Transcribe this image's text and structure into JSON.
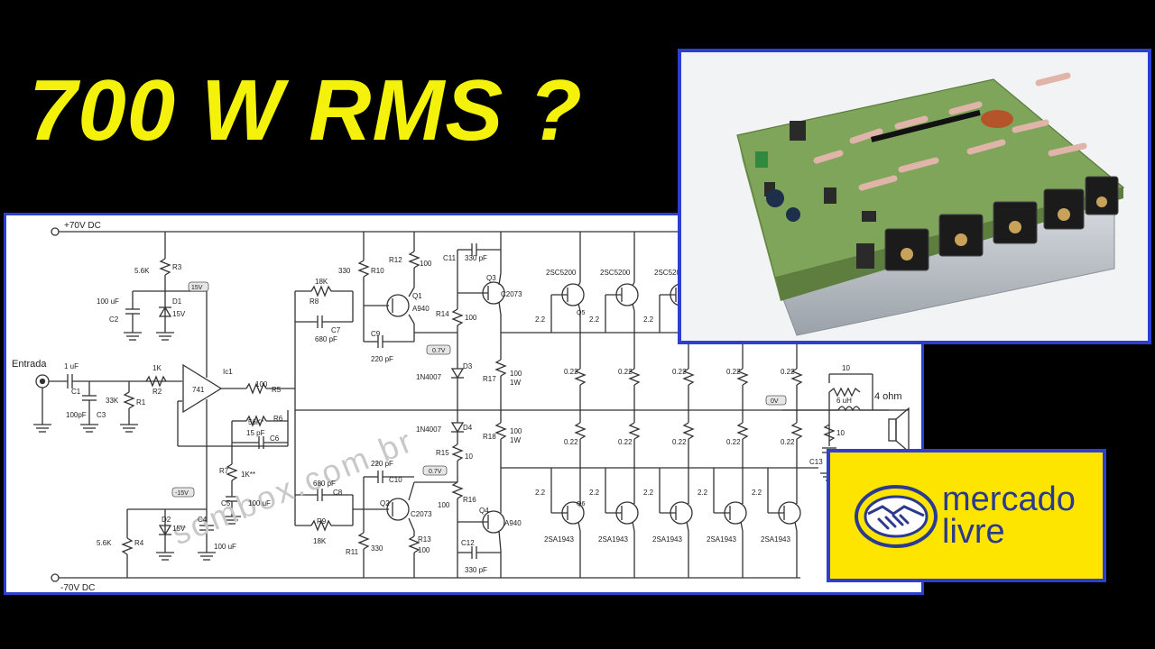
{
  "headline": "700 W RMS ?",
  "schematic": {
    "rail_pos": "+70V DC",
    "rail_neg": "-70V DC",
    "input_label": "Entrada",
    "output_label": "4 ohm",
    "watermark": "sombox.com.br",
    "components": {
      "c1": "C1",
      "c1_val": "1 uF",
      "c3_val": "100pF",
      "c3": "C3",
      "r1_val": "33K",
      "r1": "R1",
      "r2_val": "1K",
      "r2": "R2",
      "ic": "Ic1",
      "op": "741",
      "r3_val": "5.6K",
      "r3": "R3",
      "c2_val": "100 uF",
      "c2": "C2",
      "d1": "D1",
      "d1_val": "15V",
      "tag_15v": "15V",
      "r5_val": "100",
      "r5": "R5",
      "r6_val": "56K*",
      "r6": "R6",
      "c6_val": "15 pF",
      "c6": "C6",
      "r7": "R7",
      "r7_val": "1K**",
      "c5": "C5",
      "c5_val": "100 uF",
      "tag_m15v": "-15V",
      "r4_val": "5.6K",
      "r4": "R4",
      "d2": "D2",
      "d2_val": "15V",
      "c4": "C4",
      "c4_val": "100 uF",
      "r8_val": "18K",
      "r8": "R8",
      "c7": "C7",
      "c7_val": "680 pF",
      "r10_val": "330",
      "r10": "R10",
      "r12": "R12",
      "r12_val": "100",
      "q1": "Q1",
      "q1_val": "A940",
      "c9": "C9",
      "c9_val": "220 pF",
      "c11": "C11",
      "c11_val": "330 pF",
      "q3": "Q3",
      "q3_val": "C2073",
      "r14": "R14",
      "r14_val": "100",
      "tag_07v_a": "0.7V",
      "d3_val": "1N4007",
      "d3": "D3",
      "d4_val": "1N4007",
      "d4": "D4",
      "r17": "R17",
      "r17_val": "100",
      "r17_w": "1W",
      "r18": "R18",
      "r18_val": "100",
      "r18_w": "1W",
      "r15": "R15",
      "r15_val": "10",
      "tag_07v_b": "0.7V",
      "c8_val": "680 pF",
      "c8": "C8",
      "c10_val": "220 pF",
      "c10": "C10",
      "q2": "Q2",
      "q2_val": "C2073",
      "r9": "R9",
      "r9_val": "18K",
      "r11": "R11",
      "r11_val": "330",
      "r13": "R13",
      "r13_val": "100",
      "r16_val": "100",
      "r16": "R16",
      "q4": "Q4",
      "q4_val": "A940",
      "c12": "C12",
      "c12_val": "330 pF",
      "npn": "2SC5200",
      "pnp": "2SA1943",
      "q5": "Q5",
      "q6": "Q6",
      "base_r": "2.2",
      "emit_r": "0.22",
      "tag_0v": "0V",
      "rz_val": "10",
      "l_val": "6 uH",
      "rs_val": "10",
      "c13": "C13"
    }
  },
  "logo": {
    "line1": "mercado",
    "line2": "livre"
  },
  "colors": {
    "headline": "#f4f20a",
    "frame": "#2d3fd0",
    "logo_bg": "#fde500",
    "logo_text": "#2b3a8f"
  }
}
